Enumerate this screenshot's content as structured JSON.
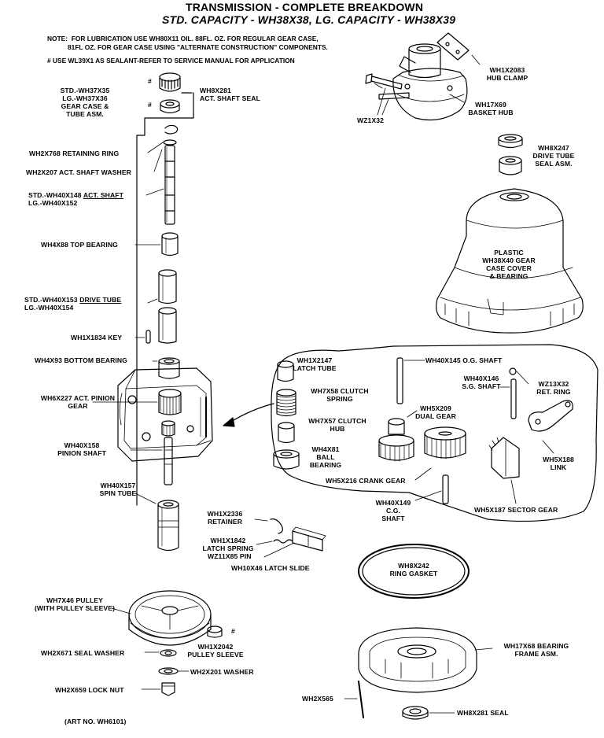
{
  "header": {
    "title": "TRANSMISSION - COMPLETE BREAKDOWN",
    "subtitle": "STD. CAPACITY - WH38X38, LG. CAPACITY - WH38X39"
  },
  "notes": {
    "line1": "NOTE:  FOR LUBRICATION USE WH80X11 OIL. 88FL. OZ. FOR REGULAR GEAR CASE,",
    "line2": "81FL OZ. FOR GEAR CASE USING \"ALTERNATE CONSTRUCTION\" COMPONENTS.",
    "line3": "# USE WL39X1 AS SEALANT-REFER TO SERVICE MANUAL FOR APPLICATION"
  },
  "labels": {
    "gear_case_tube": "STD.-WH37X35\nLG.-WH37X36\nGEAR CASE &\nTUBE ASM.",
    "act_shaft_seal": "WH8X281\nACT. SHAFT SEAL",
    "hub_clamp": "WH1X2083\nHUB CLAMP",
    "basket_hub": "WH17X69\nBASKET HUB",
    "wz1x32": "WZ1X32",
    "retaining_ring": "WH2X768 RETAINING RING",
    "act_shaft_washer": "WH2X207 ACT. SHAFT WASHER",
    "act_shaft_std": "STD.-WH40X148",
    "act_shaft_word": "ACT. SHAFT",
    "act_shaft_lg": "LG.-WH40X152",
    "drive_tube_seal": "WH8X247\nDRIVE TUBE\nSEAL ASM.",
    "top_bearing": "WH4X88 TOP BEARING",
    "gear_case_cover": "PLASTIC\nWH38X40 GEAR\nCASE COVER\n& BEARING",
    "drive_tube_std": "STD.-WH40X153",
    "drive_tube_word": "DRIVE TUBE",
    "drive_tube_lg": "LG.-WH40X154",
    "key": "WH1X1834 KEY",
    "bottom_bearing": "WH4X93 BOTTOM BEARING",
    "latch_tube": "WH1X2147\nLATCH TUBE",
    "og_shaft": "WH40X145 O.G. SHAFT",
    "sg_shaft": "WH40X146\nS.G. SHAFT",
    "ret_ring": "WZ13X32\nRET. RING",
    "clutch_spring": "WH7X58 CLUTCH\nSPRING",
    "act_pinion_gear": "WH6X227 ACT. PINION\nGEAR",
    "dual_gear": "WH5X209\nDUAL GEAR",
    "clutch_hub": "WH7X57 CLUTCH\nHUB",
    "link": "WH5X188\nLINK",
    "ball_bearing": "WH4X81\nBALL\nBEARING",
    "pinion_shaft": "WH40X158\nPINION SHAFT",
    "crank_gear": "WH5X216 CRANK GEAR",
    "cg_shaft": "WH40X149\nC.G.\nSHAFT",
    "spin_tube": "WH40X157\nSPIN TUBE",
    "sector_gear": "WH5X187 SECTOR GEAR",
    "retainer": "WH1X2336\nRETAINER",
    "latch_spring": "WH1X1842\nLATCH SPRING",
    "pin": "WZ11X85 PIN",
    "latch_slide": "WH10X46 LATCH SLIDE",
    "ring_gasket": "WH8X242\nRING GASKET",
    "pulley": "WH7X46 PULLEY\n(WITH PULLEY SLEEVE)",
    "bearing_frame": "WH17X68 BEARING\nFRAME ASM.",
    "seal_washer": "WH2X671 SEAL WASHER",
    "pulley_sleeve": "WH1X2042\nPULLEY SLEEVE",
    "washer": "WH2X201 WASHER",
    "lock_nut": "WH2X659 LOCK NUT",
    "wh2x565": "WH2X565",
    "seal": "WH8X281 SEAL",
    "art_no": "(ART NO. WH6101)",
    "hash1": "#",
    "hash2": "#",
    "hash3": "#"
  },
  "colors": {
    "ink": "#000000",
    "paper": "#ffffff"
  }
}
